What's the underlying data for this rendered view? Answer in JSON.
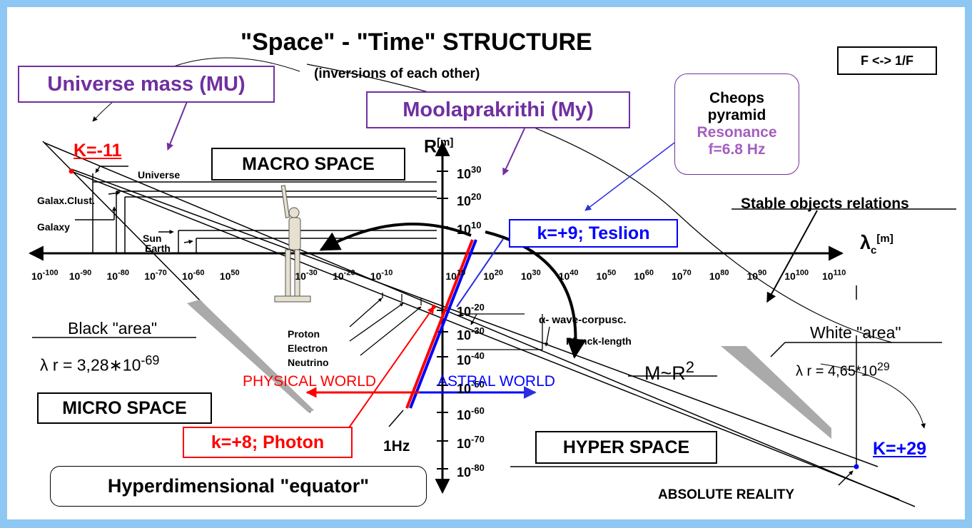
{
  "title": "\"Space\" - \"Time\"  STRUCTURE",
  "subtitle": "(inversions of each other)",
  "formula_box": "F <-> 1/F",
  "universe_mass": "Universe mass (MU)",
  "moolaprakrithi": "Moolaprakrithi (My)",
  "cheops": {
    "line1": "Cheops",
    "line2": "pyramid",
    "line3": "Resonance",
    "line4": "f=6.8 Hz"
  },
  "k_minus_11": "K=-11",
  "k_plus_29": "K=+29",
  "macro_space": "MACRO SPACE",
  "micro_space": "MICRO SPACE",
  "hyper_space": "HYPER SPACE",
  "teslion": "k=+9; Teslion",
  "photon": "k=+8; Photon",
  "equator": "Hyperdimensional \"equator\"",
  "one_hz": "1Hz",
  "stable_objects": "Stable objects relations",
  "black_area": "Black \"area\"",
  "white_area": "White \"area\"",
  "lambda_r_black": {
    "base": "λ r = 3,28∗10",
    "exp": "-69"
  },
  "lambda_r_white": {
    "base": "λ r = 4,65*10",
    "exp": "29"
  },
  "physical_world": "PHYSICAL WORLD",
  "astral_world": "ASTRAL WORLD",
  "m_r2": {
    "base": "M~R",
    "exp": "2"
  },
  "absolute_reality": "ABSOLUTE REALITY",
  "r_axis": {
    "label": "R",
    "unit": "[m]"
  },
  "lambda_axis": {
    "label": "λ",
    "sub": "c",
    "unit": "[m]"
  },
  "objects": {
    "universe": "Universe",
    "galax_clust": "Galax.Clust.",
    "galaxy": "Galaxy",
    "sun": "Sun",
    "earth": "Earth"
  },
  "particles": {
    "proton": "Proton",
    "electron": "Electron",
    "neutrino": "Neutrino",
    "alpha": "α- wave-corpusc.",
    "planck": "Planck-length"
  },
  "x_ticks": [
    "-100",
    "-90",
    "-80",
    "-70",
    "-60",
    "50",
    "",
    "-30",
    "-20",
    "-10",
    "",
    "10",
    "20",
    "30",
    "40",
    "50",
    "60",
    "70",
    "80",
    "90",
    "100",
    "110"
  ],
  "y_ticks_up": [
    "30",
    "20",
    "10"
  ],
  "y_ticks_down": [
    "-20",
    "-30",
    "-40",
    "-50",
    "-60",
    "-70",
    "-80"
  ],
  "colors": {
    "purple": "#7030a0",
    "red": "#ff0000",
    "blue": "#0000ff",
    "frame": "#8ec7f2"
  }
}
